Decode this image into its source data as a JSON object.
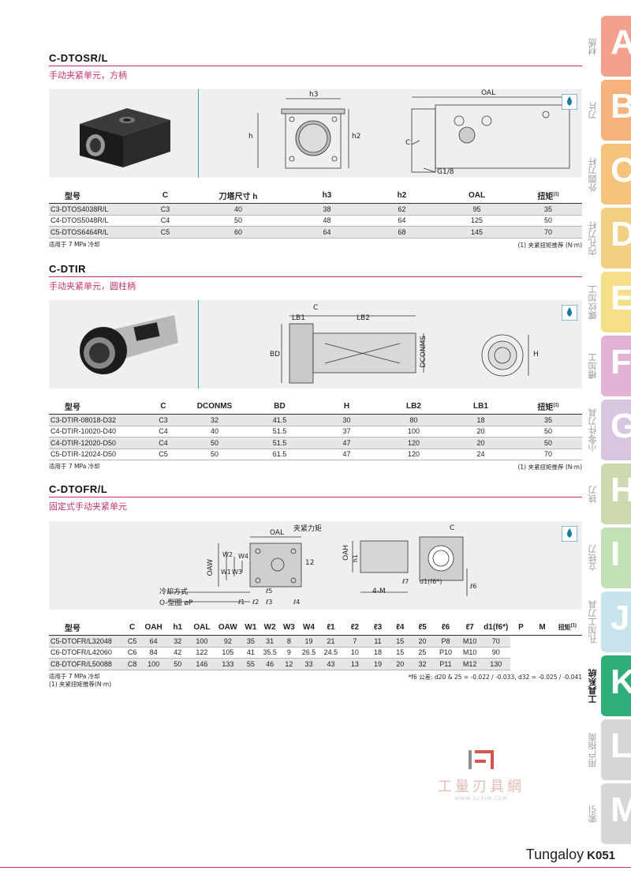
{
  "sections": [
    {
      "title": "C-DTOSR/L",
      "subtitle": "手动夹紧单元，方柄",
      "drawing_labels": [
        "h3",
        "h",
        "h2",
        "OAL",
        "C",
        "G1/8"
      ],
      "headers": [
        "型号",
        "C",
        "刀塔尺寸 h",
        "h3",
        "h2",
        "OAL",
        "扭矩"
      ],
      "rows": [
        [
          "C3-DTOS4038R/L",
          "C3",
          "40",
          "38",
          "62",
          "95",
          "35"
        ],
        [
          "C4-DTOS5048R/L",
          "C4",
          "50",
          "48",
          "64",
          "125",
          "50"
        ],
        [
          "C5-DTOS6464R/L",
          "C5",
          "60",
          "64",
          "68",
          "145",
          "70"
        ]
      ],
      "note_left": "适用于 7 MPa 冷却",
      "note_right": "(1) 夹紧扭矩推荐 (N·m)"
    },
    {
      "title": "C-DTIR",
      "subtitle": "手动夹紧单元，圆柱柄",
      "drawing_labels": [
        "C",
        "LB1",
        "LB2",
        "BD",
        "DCONMS",
        "H"
      ],
      "headers": [
        "型号",
        "C",
        "DCONMS",
        "BD",
        "H",
        "LB2",
        "LB1",
        "扭矩"
      ],
      "rows": [
        [
          "C3-DTIR-08018-D32",
          "C3",
          "32",
          "41.5",
          "30",
          "80",
          "18",
          "35"
        ],
        [
          "C4-DTIR-10020-D40",
          "C4",
          "40",
          "51.5",
          "37",
          "100",
          "20",
          "50"
        ],
        [
          "C4-DTIR-12020-D50",
          "C4",
          "50",
          "51.5",
          "47",
          "120",
          "20",
          "50"
        ],
        [
          "C5-DTIR-12024-D50",
          "C5",
          "50",
          "61.5",
          "47",
          "120",
          "24",
          "70"
        ]
      ],
      "note_left": "适用于 7 MPa 冷却",
      "note_right": "(1) 夹紧扭矩推荐 (N·m)"
    },
    {
      "title": "C-DTOFR/L",
      "subtitle": "固定式手动夹紧单元",
      "drawing_labels": [
        "OAL",
        "夹紧力矩",
        "OAW",
        "W1",
        "W2",
        "W3",
        "W4",
        "12",
        "冷却方式",
        "O-型圈 øP",
        "ℓ1",
        "ℓ2",
        "ℓ3",
        "ℓ4",
        "ℓ5",
        "OAH",
        "h1",
        "C",
        "ℓ7",
        "d1(f6*)",
        "4-M",
        "ℓ6"
      ],
      "headers": [
        "型号",
        "C",
        "OAH",
        "h1",
        "OAL",
        "OAW",
        "W1",
        "W2",
        "W3",
        "W4",
        "ℓ1",
        "ℓ2",
        "ℓ3",
        "ℓ4",
        "ℓ5",
        "ℓ6",
        "ℓ7",
        "d1(f6*)",
        "P",
        "M",
        "扭矩"
      ],
      "rows": [
        [
          "C5-DTOFR/L32048",
          "C5",
          "64",
          "32",
          "100",
          "92",
          "35",
          "31",
          "8",
          "19",
          "21",
          "7",
          "11",
          "15",
          "20",
          "P8",
          "M10",
          "70"
        ],
        [
          "C6-DTOFR/L42060",
          "C6",
          "84",
          "42",
          "122",
          "105",
          "41",
          "35.5",
          "9",
          "26.5",
          "24.5",
          "10",
          "18",
          "15",
          "25",
          "P10",
          "M10",
          "90"
        ],
        [
          "C8-DTOFR/L50088",
          "C8",
          "100",
          "50",
          "146",
          "133",
          "55",
          "46",
          "12",
          "33",
          "43",
          "13",
          "19",
          "20",
          "32",
          "P11",
          "M12",
          "130"
        ]
      ],
      "note_left_1": "适用于 7 MPa 冷却",
      "note_left_2": "(1) 夹紧扭矩推荐(N·m)",
      "note_right": "*f6 公差: d20 & 25 = -0.022 / -0.033, d32 = -0.025 / -0.041"
    }
  ],
  "side_tabs": [
    {
      "letter": "A",
      "label": "材质",
      "color": "#f3a08e"
    },
    {
      "letter": "B",
      "label": "刀片",
      "color": "#f6b27a"
    },
    {
      "letter": "C",
      "label": "外圆刀杆",
      "color": "#f5c37b"
    },
    {
      "letter": "D",
      "label": "内孔刀杆",
      "color": "#f1d084"
    },
    {
      "letter": "E",
      "label": "螺纹加工",
      "color": "#f4df88"
    },
    {
      "letter": "F",
      "label": "槽加工",
      "color": "#e2b2d6"
    },
    {
      "letter": "G",
      "label": "小零件刀具",
      "color": "#d8c6e1"
    },
    {
      "letter": "H",
      "label": "铣刀",
      "color": "#ccd9ae"
    },
    {
      "letter": "I",
      "label": "立铣刀",
      "color": "#c4e0b6"
    },
    {
      "letter": "J",
      "label": "孔加工刀具",
      "color": "#c7e3ec"
    },
    {
      "letter": "K",
      "label": "工具系统",
      "color": "#2fae7a"
    },
    {
      "letter": "L",
      "label": "用户指南",
      "color": "#d6d6d6"
    },
    {
      "letter": "M",
      "label": "索引",
      "color": "#d6d6d6"
    }
  ],
  "active_tab": "K",
  "watermark": {
    "text": "工量刃具網",
    "url": "WWW.GLRJW.COM"
  },
  "footer": {
    "brand": "Tungaloy",
    "page": "K051"
  },
  "icons": {
    "coolant": "coolant-icon",
    "logo": "watermark-logo"
  }
}
